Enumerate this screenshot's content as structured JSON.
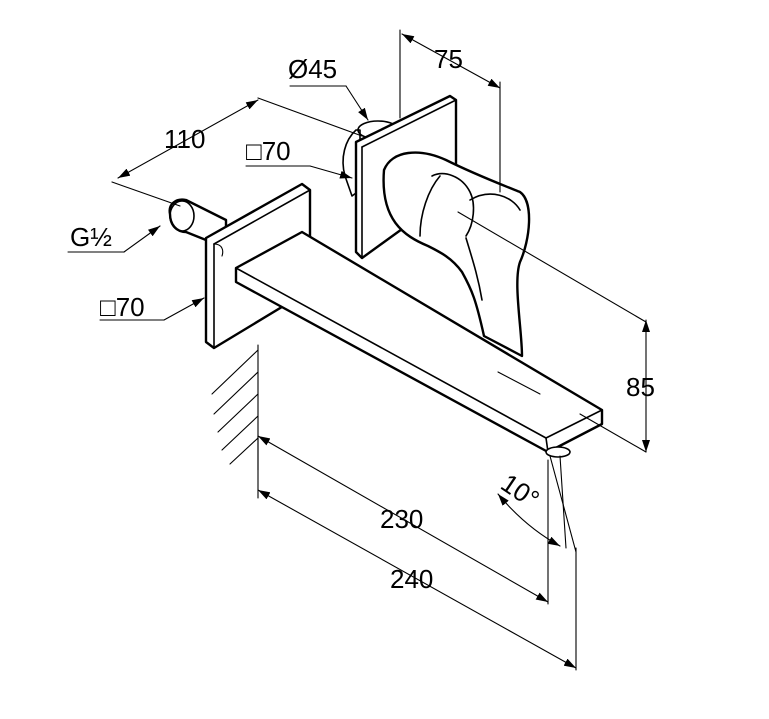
{
  "dimensions": {
    "thread": "G½",
    "rosette_left": "□70",
    "rosette_right": "□70",
    "diameter": "Ø45",
    "depth_110": "110",
    "depth_75": "75",
    "height_85": "85",
    "length_230": "230",
    "length_240": "240",
    "angle": "10°"
  },
  "colors": {
    "line": "#000000",
    "background": "#ffffff"
  }
}
